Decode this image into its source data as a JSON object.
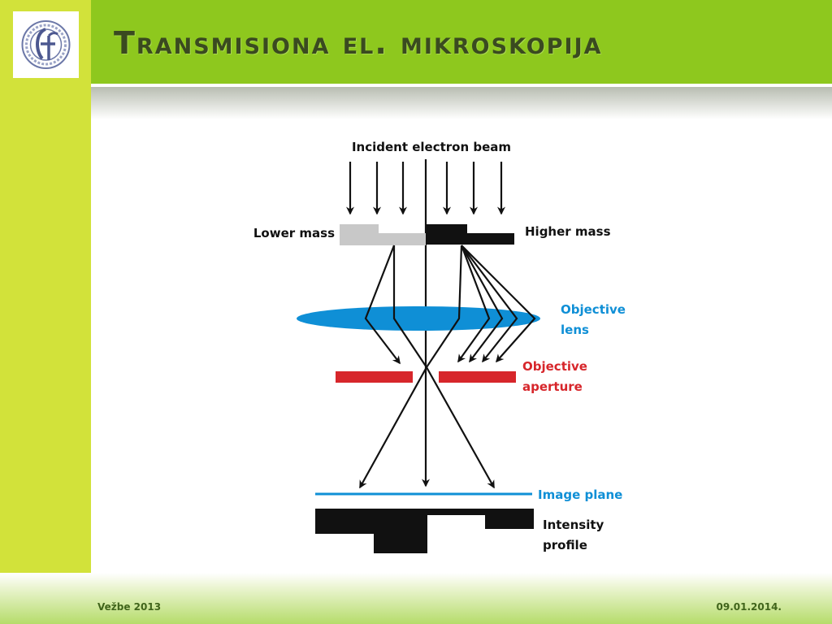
{
  "slide": {
    "title": "Transmisiona el. mikroskopija",
    "footer_left": "Vežbe 2013",
    "footer_right": "09.01.2014."
  },
  "diagram": {
    "incident_beam": "Incident electron beam",
    "lower_mass": "Lower mass",
    "higher_mass": "Higher mass",
    "objective_lens": [
      "Objective",
      "lens"
    ],
    "objective_aperture": [
      "Objective",
      "aperture"
    ],
    "image_plane": "Image plane",
    "intensity_profile": [
      "Intensity",
      "profile"
    ]
  },
  "colors": {
    "title_band": "#8ec81e",
    "side_bar": "#d2e23a",
    "lens_blue": "#0f8fd6",
    "aperture_red": "#d7262b",
    "lower_mass_gray": "#c8c8c8",
    "higher_mass_black": "#111111"
  },
  "icons": {
    "logo": "faculty-seal-logo"
  }
}
